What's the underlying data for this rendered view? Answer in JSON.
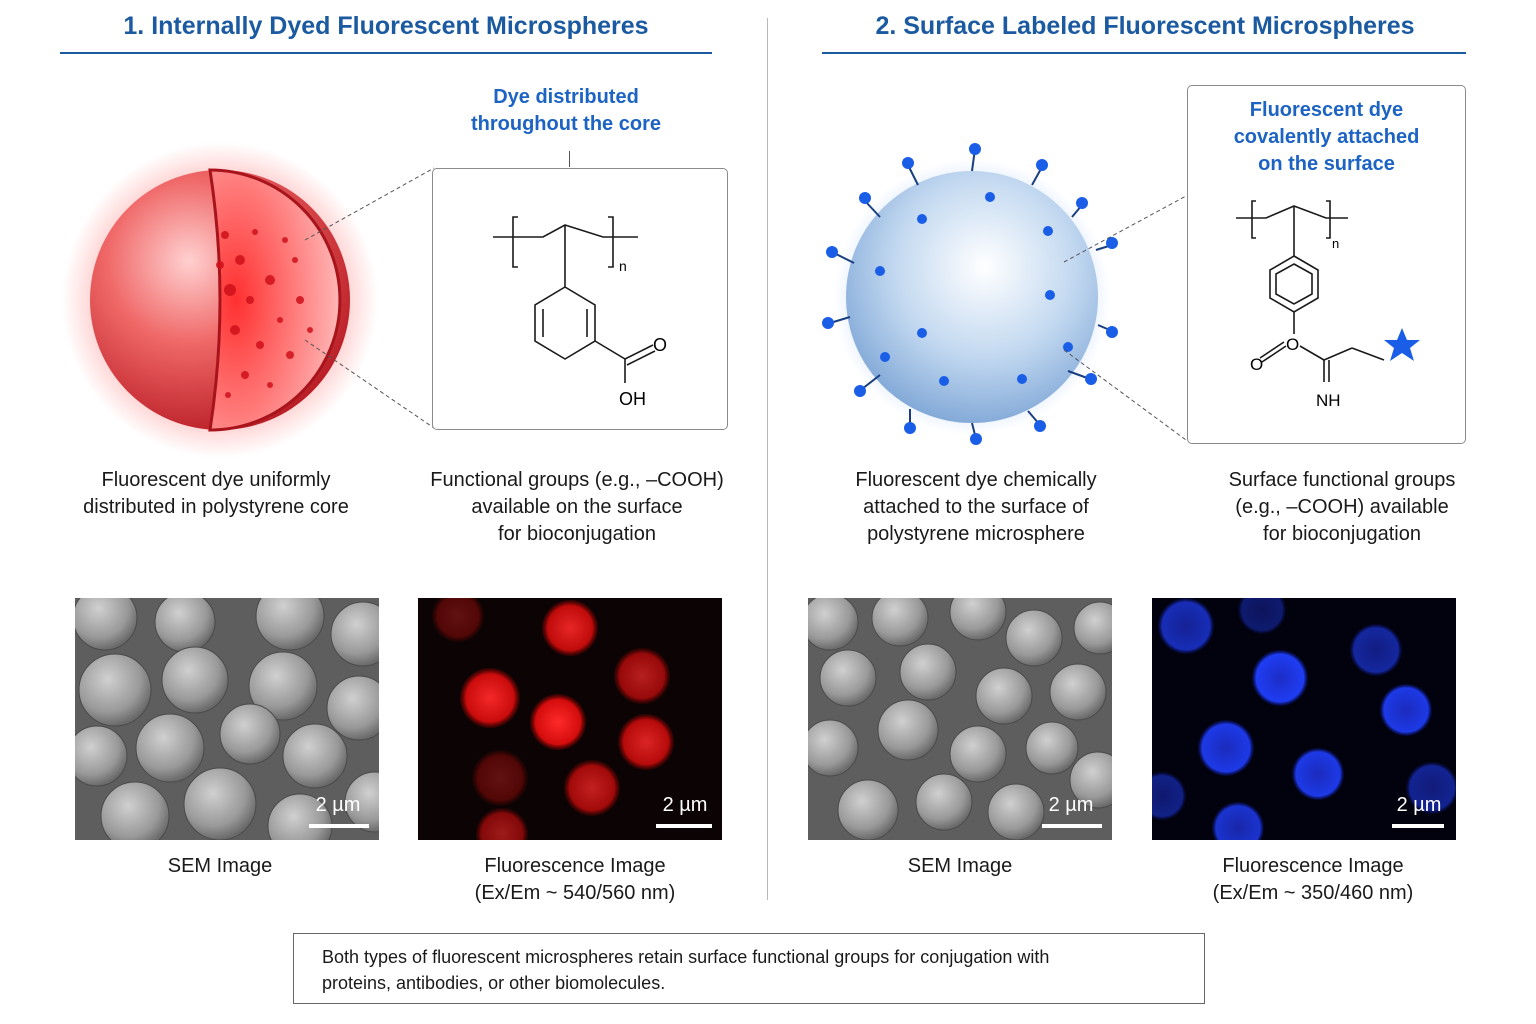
{
  "panel1": {
    "title": "1. Internally Dyed Fluorescent Microspheres",
    "callout": "Dye distributed\nthroughout the core",
    "structure_labels": {
      "n": "n",
      "o": "O",
      "oh": "OH"
    },
    "caption_left": "Fluorescent dye uniformly\ndistributed in polystyrene core",
    "caption_right": "Functional groups (e.g., –COOH)\navailable on the surface\nfor bioconjugation",
    "sem": {
      "scale_label": "2 µm",
      "caption": "SEM Image"
    },
    "fluor": {
      "scale_label": "2 µm",
      "caption": "Fluorescence Image\n(Ex/Em ~ 540/560 nm)"
    }
  },
  "panel2": {
    "title": "2. Surface Labeled Fluorescent Microspheres",
    "callout": "Fluorescent dye\ncovalently attached\non the surface",
    "structure_labels": {
      "n": "n",
      "o1": "O",
      "o2": "O",
      "nh": "NH"
    },
    "caption_left": "Fluorescent dye chemically\nattached to the surface of\npolystyrene microsphere",
    "caption_right": "Surface functional groups\n(e.g., –COOH) available\nfor bioconjugation",
    "sem": {
      "scale_label": "2 µm",
      "caption": "SEM Image"
    },
    "fluor": {
      "scale_label": "2 µm",
      "caption": "Fluorescence Image\n(Ex/Em ~ 350/460 nm)"
    }
  },
  "footer_note": "Both types of fluorescent microspheres retain surface functional groups for conjugation with\nproteins, antibodies, or other biomolecules.",
  "colors": {
    "title": "#1b5aa0",
    "callout": "#1c63c4",
    "red_dye": "#e8101a",
    "blue_dye": "#1a5ee8"
  }
}
